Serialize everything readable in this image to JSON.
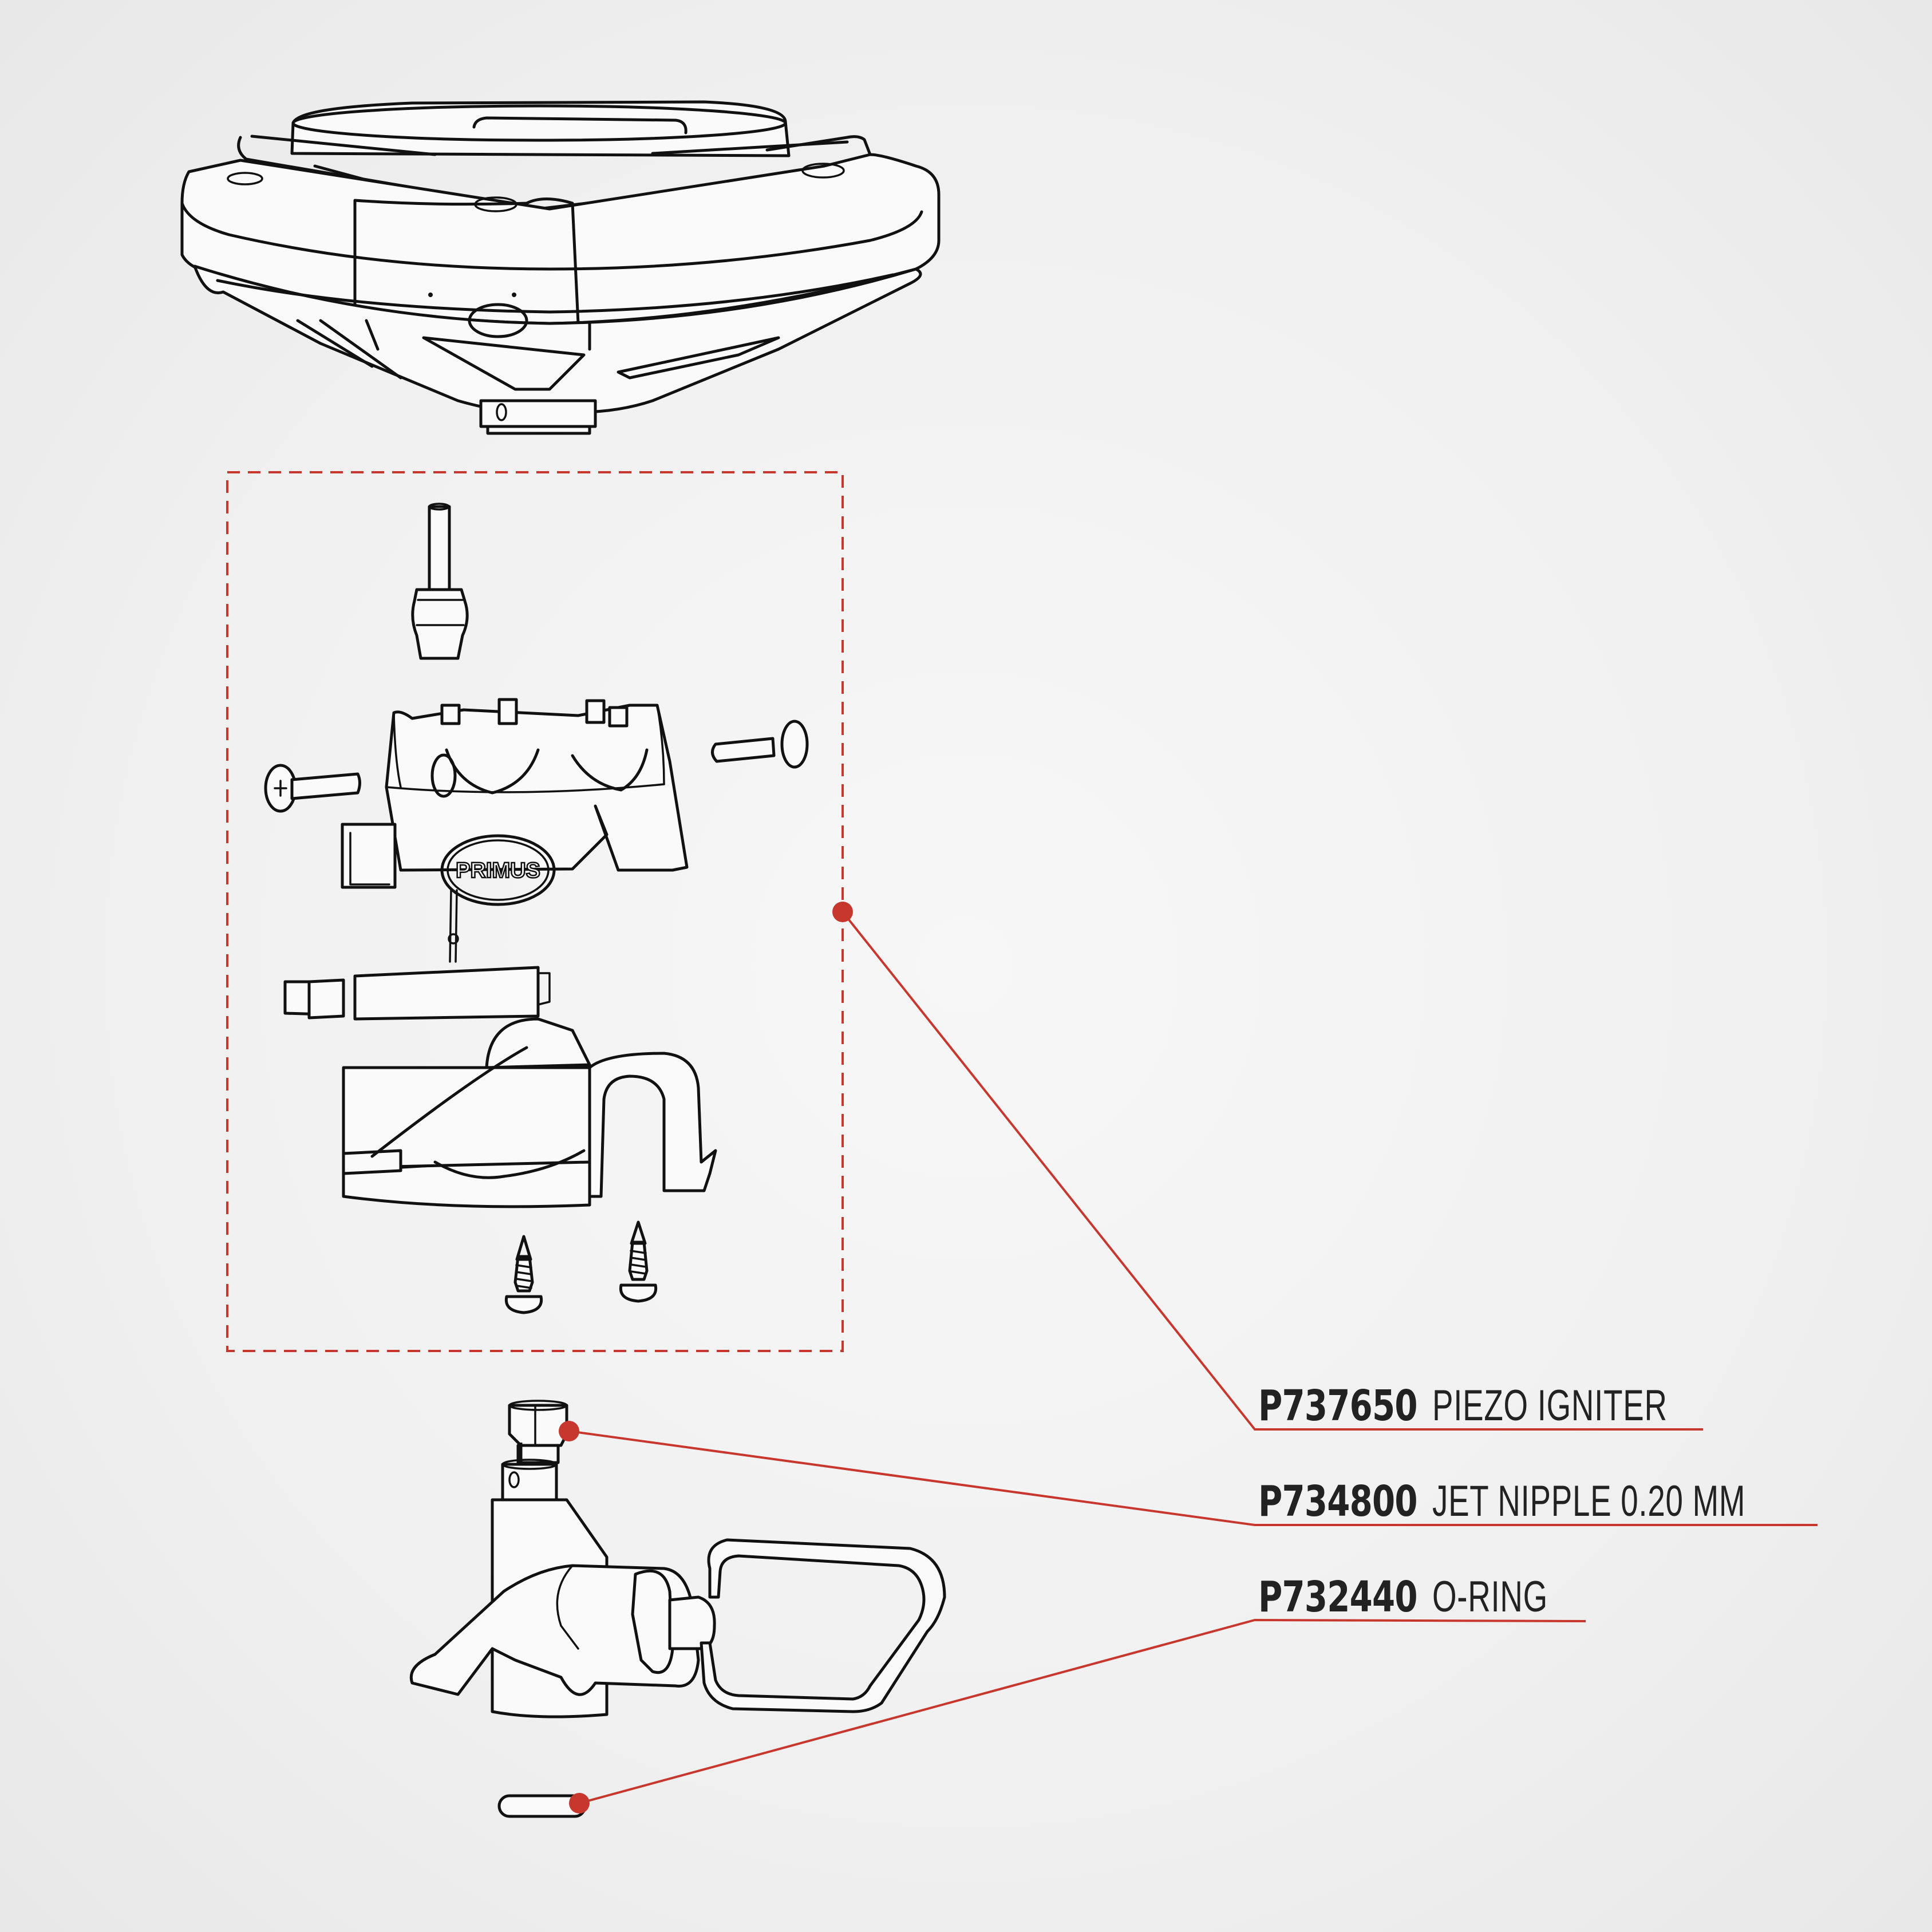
{
  "colors": {
    "accent": "#c8372d",
    "text": "#222222",
    "line_art": "#111111",
    "background": "#f1f1f1"
  },
  "brand_mark": "PRIMUS",
  "parts": [
    {
      "code": "P737650",
      "name": "PIEZO IGNITER",
      "target": "piezo-igniter-group"
    },
    {
      "code": "P734800",
      "name": "JET NIPPLE 0.20 MM",
      "target": "jet-nipple"
    },
    {
      "code": "P732440",
      "name": "O-RING",
      "target": "o-ring"
    }
  ]
}
